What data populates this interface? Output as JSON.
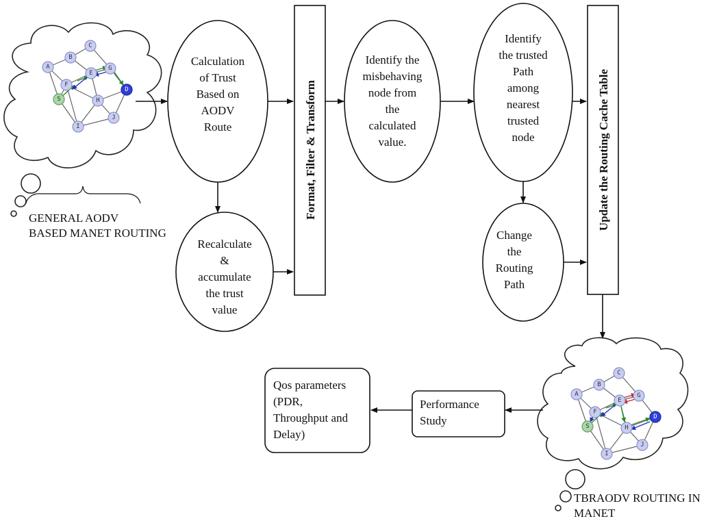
{
  "cloud_top": {
    "caption_line1": "GENERAL AODV",
    "caption_line2": "BASED MANET ROUTING",
    "nodes": [
      "A",
      "B",
      "C",
      "D",
      "E",
      "F",
      "G",
      "H",
      "I",
      "J",
      "S"
    ]
  },
  "cloud_bottom": {
    "caption_line1": "TBRAODV ROUTING IN",
    "caption_line2": "MANET",
    "nodes": [
      "A",
      "B",
      "C",
      "D",
      "E",
      "F",
      "G",
      "H",
      "I",
      "J",
      "S"
    ]
  },
  "calc_trust": [
    "Calculation",
    "of Trust",
    "Based on",
    "AODV",
    "Route"
  ],
  "recalc": [
    "Recalculate",
    "&",
    "accumulate",
    "the trust",
    "value"
  ],
  "format_box": "Format, Filter & Transform",
  "identify_misbehaving": [
    "Identify the",
    "misbehaving",
    "node from",
    "the",
    "calculated",
    "value."
  ],
  "identify_trusted": [
    "Identify",
    "the trusted",
    "Path",
    "among",
    "nearest",
    "trusted",
    "node"
  ],
  "change_path": [
    "Change",
    "the",
    "Routing",
    "Path"
  ],
  "update_box": "Update the Routing Cache Table",
  "performance": [
    "Performance",
    "Study"
  ],
  "qos": [
    "Qos parameters",
    "(PDR,",
    "Throughput and",
    "Delay)"
  ],
  "colors": {
    "node_fill": "#c9cdf2",
    "source_fill": "#a8d8a8",
    "dest_fill": "#2f3fd6",
    "green_arrow": "#2a8a2a",
    "red_arrow": "#cc2222",
    "blue_arrow": "#2233bb"
  }
}
